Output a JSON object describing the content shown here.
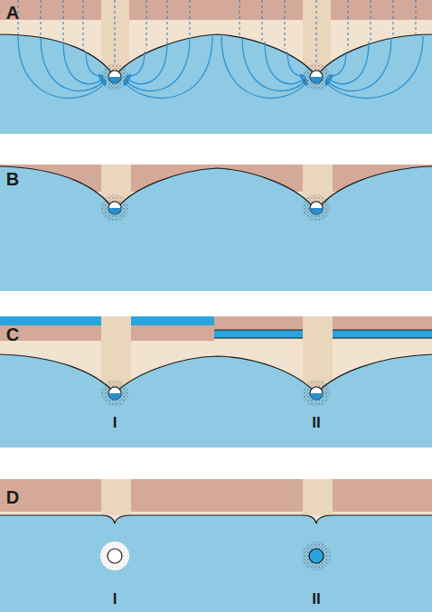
{
  "diagram": {
    "labels": [
      "A",
      "B",
      "C",
      "D",
      "I",
      "II",
      "I",
      "II"
    ]
  }
}
